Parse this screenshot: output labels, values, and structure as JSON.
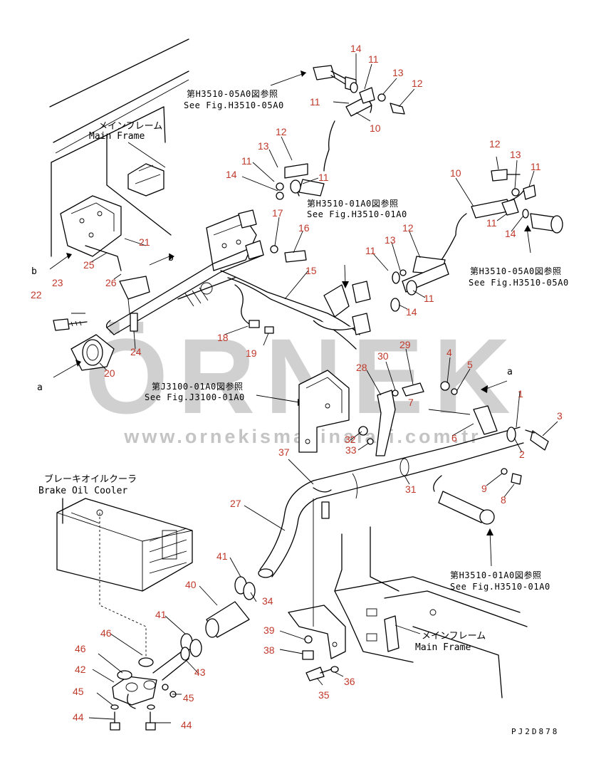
{
  "watermark": {
    "brand": "ÖRNEK",
    "url": "www.ornekismakinalari.com.tr",
    "color": "#d0d0d0"
  },
  "drawing_code": "PJ2D878",
  "callout_color": "#c0392b",
  "references": {
    "h3510_05a0_jp": "第H3510-05A0図参照",
    "h3510_05a0_en": "See Fig.H3510-05A0",
    "h3510_01a0_jp": "第H3510-01A0図参照",
    "h3510_01a0_en": "See Fig.H3510-01A0",
    "j3100_01a0_jp": "第J3100-01A0図参照",
    "j3100_01a0_en": "See Fig.J3100-01A0"
  },
  "labels": {
    "main_frame_jp": "メインフレーム",
    "main_frame_en": "Main Frame",
    "cooler_jp": "ブレーキオイルクーラ",
    "cooler_en": "Brake Oil Cooler",
    "view_a": "a",
    "view_b": "b"
  },
  "parts": {
    "p1": "1",
    "p2": "2",
    "p3": "3",
    "p4": "4",
    "p5": "5",
    "p6": "6",
    "p7": "7",
    "p8": "8",
    "p9": "9",
    "p10": "10",
    "p11": "11",
    "p12": "12",
    "p13": "13",
    "p14": "14",
    "p15": "15",
    "p16": "16",
    "p17": "17",
    "p18": "18",
    "p19": "19",
    "p20": "20",
    "p21": "21",
    "p22": "22",
    "p23": "23",
    "p24": "24",
    "p25": "25",
    "p26": "26",
    "p27": "27",
    "p28": "28",
    "p29": "29",
    "p30": "30",
    "p31": "31",
    "p32": "32",
    "p33": "33",
    "p34": "34",
    "p35": "35",
    "p36": "36",
    "p37": "37",
    "p38": "38",
    "p39": "39",
    "p40": "40",
    "p41": "41",
    "p42": "42",
    "p43": "43",
    "p44": "44",
    "p45": "45",
    "p46": "46"
  }
}
